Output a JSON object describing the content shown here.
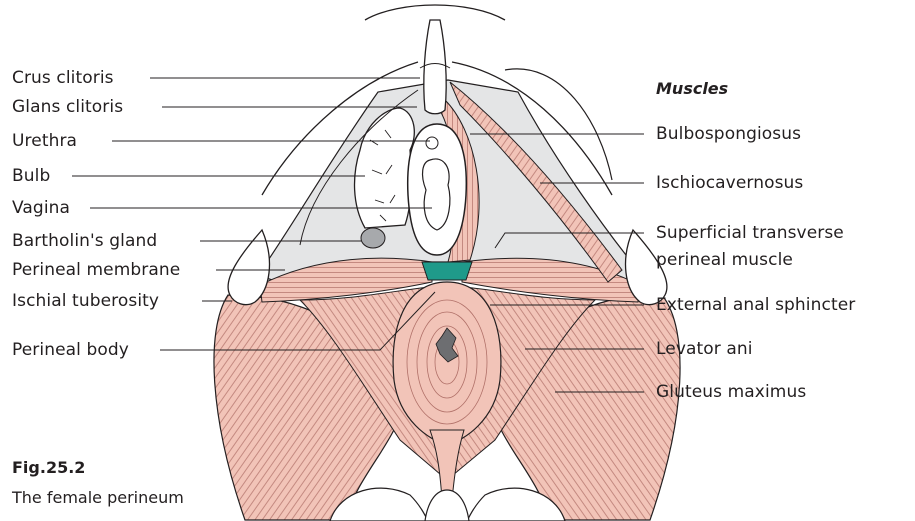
{
  "labels_left": [
    "Crus clitoris",
    "Glans clitoris",
    "Urethra",
    "Bulb",
    "Vagina",
    "Bartholin's gland",
    "Perineal membrane",
    "Ischial tuberosity",
    "Perineal body"
  ],
  "labels_right": {
    "heading": "Muscles",
    "items": [
      "Bulbospongiosus",
      "Ischiocavernosus",
      "Superficial transverse",
      "perineal muscle",
      "External anal sphincter",
      "Levator ani",
      "Gluteus maximus"
    ]
  },
  "figure": {
    "number": "Fig.25.2",
    "caption": "The female perineum"
  },
  "colors": {
    "muscle": "#f2c4b8",
    "muscle_line": "#b07068",
    "membrane": "#e4e5e6",
    "outline": "#231f20",
    "sphincter_teal": "#1f9a8a",
    "gland": "#a7a9ac",
    "anus": "#6d6e71"
  }
}
